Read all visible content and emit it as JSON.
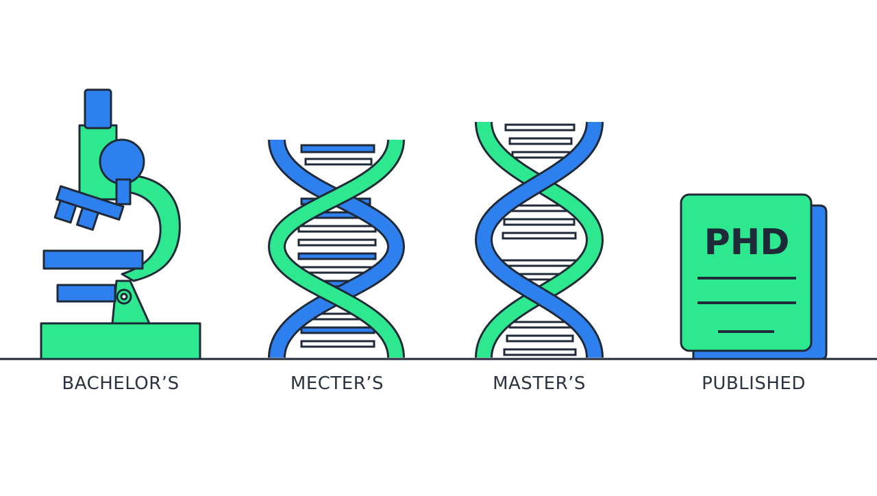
{
  "labels": {
    "bachelors": "BACHELOR’S",
    "mecters": "MECTER’S",
    "masters": "MASTER’S",
    "published": "PUBLISHED"
  },
  "book": {
    "cover_text": "PHD"
  },
  "colors": {
    "green": "#2ee88f",
    "blue": "#2f80ef",
    "outline": "#1f2a38",
    "ground_line": "#1f2a38",
    "background": "#ffffff"
  },
  "icons": [
    "microscope-icon",
    "dna-helix-icon",
    "dna-helix-icon",
    "phd-book-icon"
  ]
}
